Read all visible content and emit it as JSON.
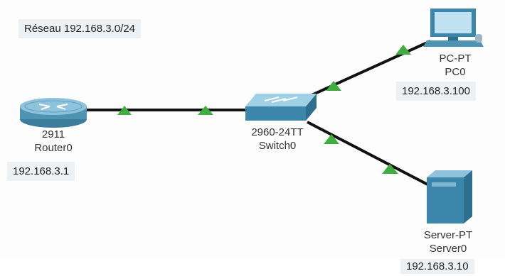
{
  "network": {
    "title": "Réseau 192.168.3.0/24"
  },
  "devices": {
    "router": {
      "model": "2911",
      "name": "Router0",
      "ip": "192.168.3.1"
    },
    "switch": {
      "model": "2960-24TT",
      "name": "Switch0"
    },
    "pc": {
      "model": "PC-PT",
      "name": "PC0",
      "ip": "192.168.3.100"
    },
    "server": {
      "model": "Server-PT",
      "name": "Server0",
      "ip": "192.168.3.10"
    }
  },
  "colors": {
    "link": "#111111",
    "link_status": "#3fae3f",
    "device_body": "#4f93b3",
    "device_light": "#8fc3dc",
    "label_bg": "#eef1f3"
  },
  "links": [
    {
      "from": "router",
      "to": "switch",
      "status": "up"
    },
    {
      "from": "switch",
      "to": "pc",
      "status": "up"
    },
    {
      "from": "switch",
      "to": "server",
      "status": "up"
    }
  ]
}
